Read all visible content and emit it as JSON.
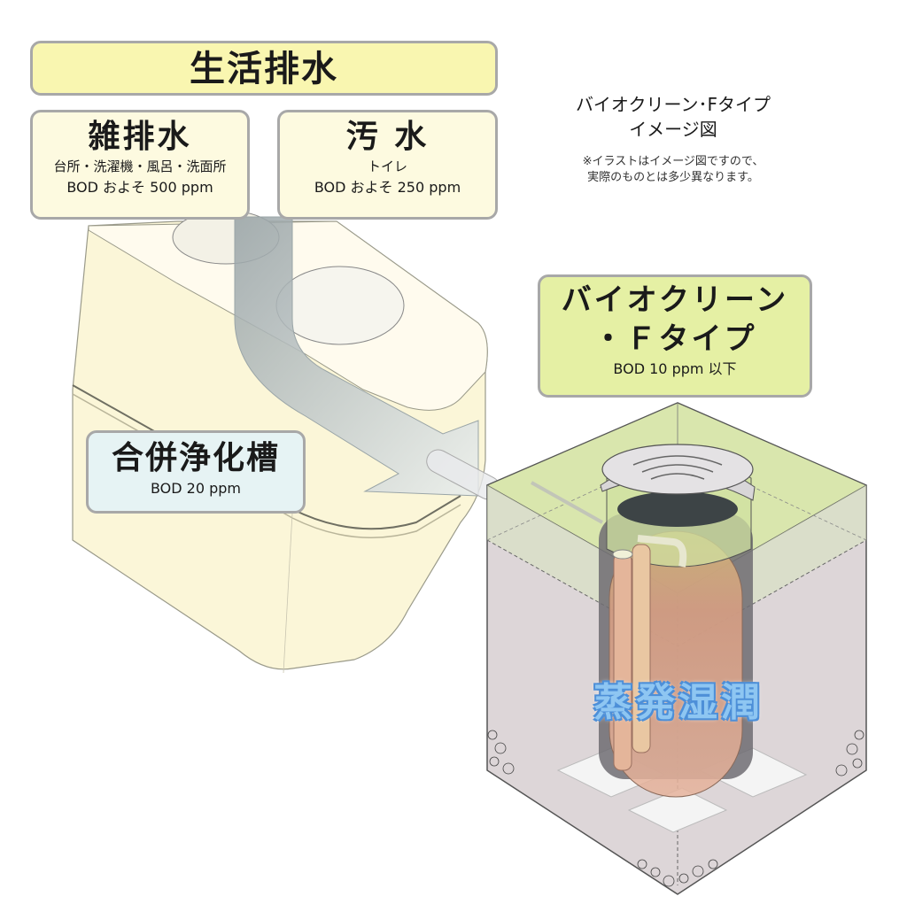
{
  "header": {
    "title": "生活排水"
  },
  "sources": [
    {
      "title": "雑排水",
      "subtitle": "台所・洗濯機・風呂・洗面所",
      "bod": "BOD およそ 500 ppm"
    },
    {
      "title": "汚 水",
      "subtitle": "トイレ",
      "bod": "BOD およそ 250 ppm"
    }
  ],
  "caption": {
    "title_line1": "バイオクリーン･Fタイプ",
    "title_line2": "イメージ図",
    "note_line1": "※イラストはイメージ図ですので、",
    "note_line2": "実際のものとは多少異なります。"
  },
  "septic_tank": {
    "title": "合併浄化槽",
    "bod": "BOD 20 ppm"
  },
  "bioclean": {
    "title_line1": "バイオクリーン",
    "title_line2": "・Ｆタイプ",
    "bod": "BOD 10 ppm 以下"
  },
  "process_label": "蒸発湿潤",
  "colors": {
    "header_bg": "#f9f6b0",
    "source_bg": "#fdfae0",
    "septic_label_bg": "#e6f3f4",
    "bioclean_label_bg": "#e5f0a4",
    "tank_body": "#fbf6d8",
    "flow_arrow": "#a9b3b5",
    "ground_top": "#d5e6a8",
    "soil": "#ddd6d8",
    "inner_tank": "#e0a88a",
    "process_text": "#8ec6f2"
  }
}
